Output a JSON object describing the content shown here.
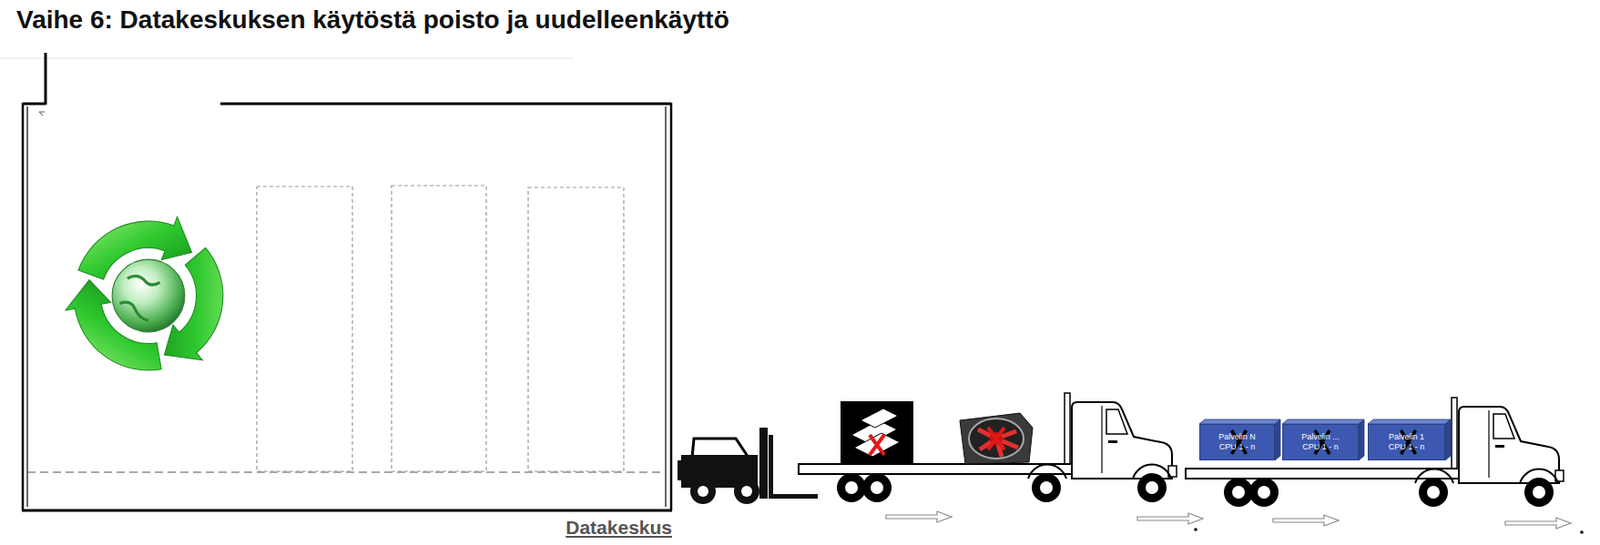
{
  "diagram": {
    "title": "Vaihe 6: Datakeskuksen käytöstä poisto ja uudelleenkäyttö",
    "nodes": [
      {
        "text": [
          "Datakeskus"
        ]
      },
      {
        "text": [
          "Palvelin N CPU 1 - n"
        ]
      },
      {
        "text": [
          "Palvelin ... CPU 1 - n"
        ]
      },
      {
        "text": [
          "Palvelin 1 CPU 1 - n"
        ]
      }
    ]
  }
}
